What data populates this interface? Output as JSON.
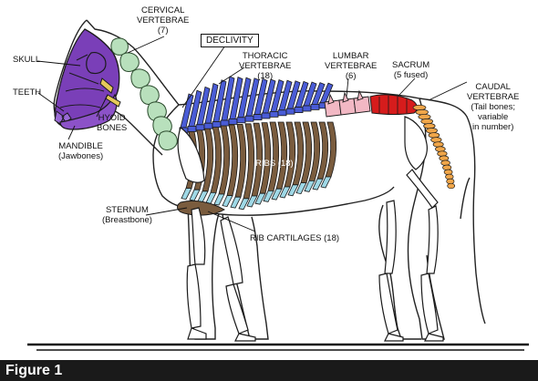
{
  "figure": {
    "caption": "Figure 1"
  },
  "labels": {
    "cervical": [
      "CERVICAL",
      "VERTEBRAE",
      "(7)"
    ],
    "declivity": "DECLIVITY",
    "skull": "SKULL",
    "teeth": "TEETH",
    "hyoid": [
      "HYOID",
      "BONES"
    ],
    "mandible": [
      "MANDIBLE",
      "(Jawbones)"
    ],
    "thoracic": [
      "THORACIC",
      "VERTEBRAE",
      "(18)"
    ],
    "lumbar": [
      "LUMBAR",
      "VERTEBRAE",
      "(6)"
    ],
    "sacrum": [
      "SACRUM",
      "(5 fused)"
    ],
    "caudal": [
      "CAUDAL",
      "VERTEBRAE",
      "(Tail bones;",
      "variable",
      "in number)"
    ],
    "ribs": "RIBS (18)",
    "sternum": [
      "STERNUM",
      "(Breastbone)"
    ],
    "rib_cartilages": "RIB CARTILAGES (18)"
  },
  "colors": {
    "skull": "#7a3fb8",
    "cervical": "#b8e0bc",
    "thoracic": "#4a5cd6",
    "lumbar": "#f2b8c4",
    "sacrum": "#d61c1c",
    "caudal": "#f0a64a",
    "ribs": "#7a5c3e",
    "rib_cartilage": "#9fd8e6",
    "sternum": "#7a5c3e"
  }
}
